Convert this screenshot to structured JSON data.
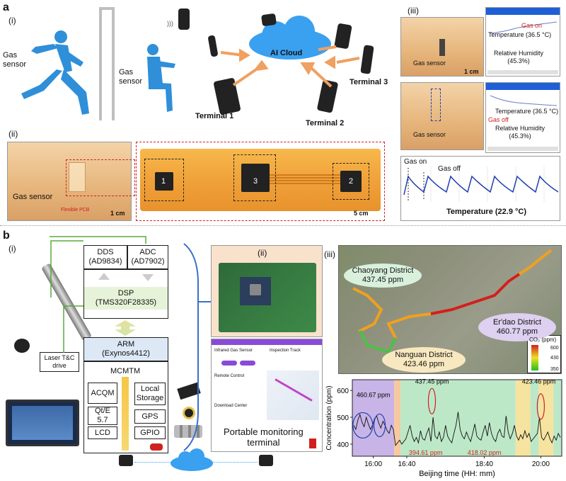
{
  "panel_a": {
    "letter": "a",
    "i": {
      "label": "(i)",
      "gas_sensor_1": "Gas\nsensor",
      "gas_sensor_2": "Gas\nsensor",
      "cloud": "AI Cloud",
      "terminal_1": "Terminal 1",
      "terminal_2": "Terminal 2",
      "terminal_3": "Terminal 3"
    },
    "ii": {
      "label": "(ii)",
      "gas_sensor": "Gas sensor",
      "flexible_pcb": "Flexible PCB",
      "scale_left": "1 cm",
      "scale_right": "5 cm",
      "chip_labels": [
        "1",
        "3",
        "2"
      ]
    },
    "iii": {
      "label": "(iii)",
      "top": {
        "gas_sensor": "Gas sensor",
        "scale": "1 cm",
        "gas_state": "Gas on",
        "temperature": "Temperature (36.5 °C)",
        "humidity": "Relative Humidity\n(45.3%)"
      },
      "mid": {
        "gas_sensor": "Gas sensor",
        "gas_state": "Gas off",
        "temperature": "Temperature (36.5 °C)",
        "humidity": "Relative Humidity\n(45.3%)"
      },
      "bottom": {
        "gas_on": "Gas on",
        "gas_off": "Gas off",
        "temperature": "Temperature (22.9 °C)"
      }
    }
  },
  "panel_b": {
    "letter": "b",
    "i": {
      "label": "(i)",
      "dds": "DDS\n(AD9834)",
      "adc": "ADC\n(AD7902)",
      "dsp": "DSP\n(TMS320F28335)",
      "arm": "ARM\n(Exynos4412)",
      "mcmtm": "MCMTM",
      "acqm": "ACQM",
      "qte": "Qt/E\n5.7",
      "lcd": "LCD",
      "local_storage": "Local\nStorage",
      "gps": "GPS",
      "gpio": "GPIO",
      "laser": "Laser T&C\ndrive"
    },
    "ii": {
      "label": "(ii)",
      "portable": "Portable monitoring\nterminal",
      "app_title": "Infrared Gas Sensor",
      "app_tab": "Inspection Track",
      "remote": "Remote Control",
      "download": "Download Center"
    },
    "iii": {
      "label": "(iii)",
      "chaoyang": "Chaoyang District\n437.45 ppm",
      "erdao": "Er'dao District\n460.77 ppm",
      "nanguan": "Nanguan District\n423.46 ppm",
      "legend_title": "CO₂ (ppm)",
      "legend_ticks": [
        "600",
        "430",
        "350"
      ]
    }
  },
  "chart_data": {
    "type": "line",
    "title": "",
    "xlabel": "Beijing time (HH: mm)",
    "ylabel": "Concentration (ppm)",
    "x_ticks": [
      "16:00",
      "16:40",
      "18:40",
      "20:00"
    ],
    "y_ticks": [
      400,
      500,
      600
    ],
    "ylim": [
      355,
      640
    ],
    "annotations": [
      "460.67 ppm",
      "437.45 ppm",
      "423.46 ppm",
      "394.61 ppm",
      "418.02 ppm"
    ],
    "series": [
      {
        "values": [
          470,
          455,
          490,
          510,
          480,
          465,
          500,
          475,
          455,
          470,
          495,
          505,
          478,
          460,
          485,
          470,
          450,
          440,
          470,
          455,
          395,
          405,
          415,
          400,
          410,
          420,
          445,
          470,
          430,
          410,
          425,
          405,
          450,
          420,
          415,
          440,
          460,
          410,
          500,
          430,
          420,
          445,
          410,
          425,
          470,
          430,
          415,
          405,
          440,
          470,
          520,
          455,
          430,
          420,
          445,
          425,
          410,
          440,
          475,
          430,
          420,
          415,
          445,
          470,
          430,
          480,
          440,
          420,
          410,
          440,
          455,
          430,
          425,
          505,
          445,
          420,
          440,
          470,
          430,
          415,
          435,
          420,
          450,
          425,
          440,
          410,
          420,
          430,
          440,
          500,
          425,
          415,
          430,
          445,
          420,
          405,
          430,
          415,
          440,
          425
        ]
      }
    ]
  },
  "colors": {
    "human_blue": "#2f8fd8",
    "cloud_blue": "#3aa0f0",
    "arrow_orange": "#f0a060",
    "red_dash": "#d02020",
    "green_link": "#5aaa3a",
    "purple_shade": "#c8b4e6",
    "orange_shade": "#f6c9a0",
    "green_shade": "#bde8c8",
    "yellow_shade": "#f7e3a0"
  }
}
